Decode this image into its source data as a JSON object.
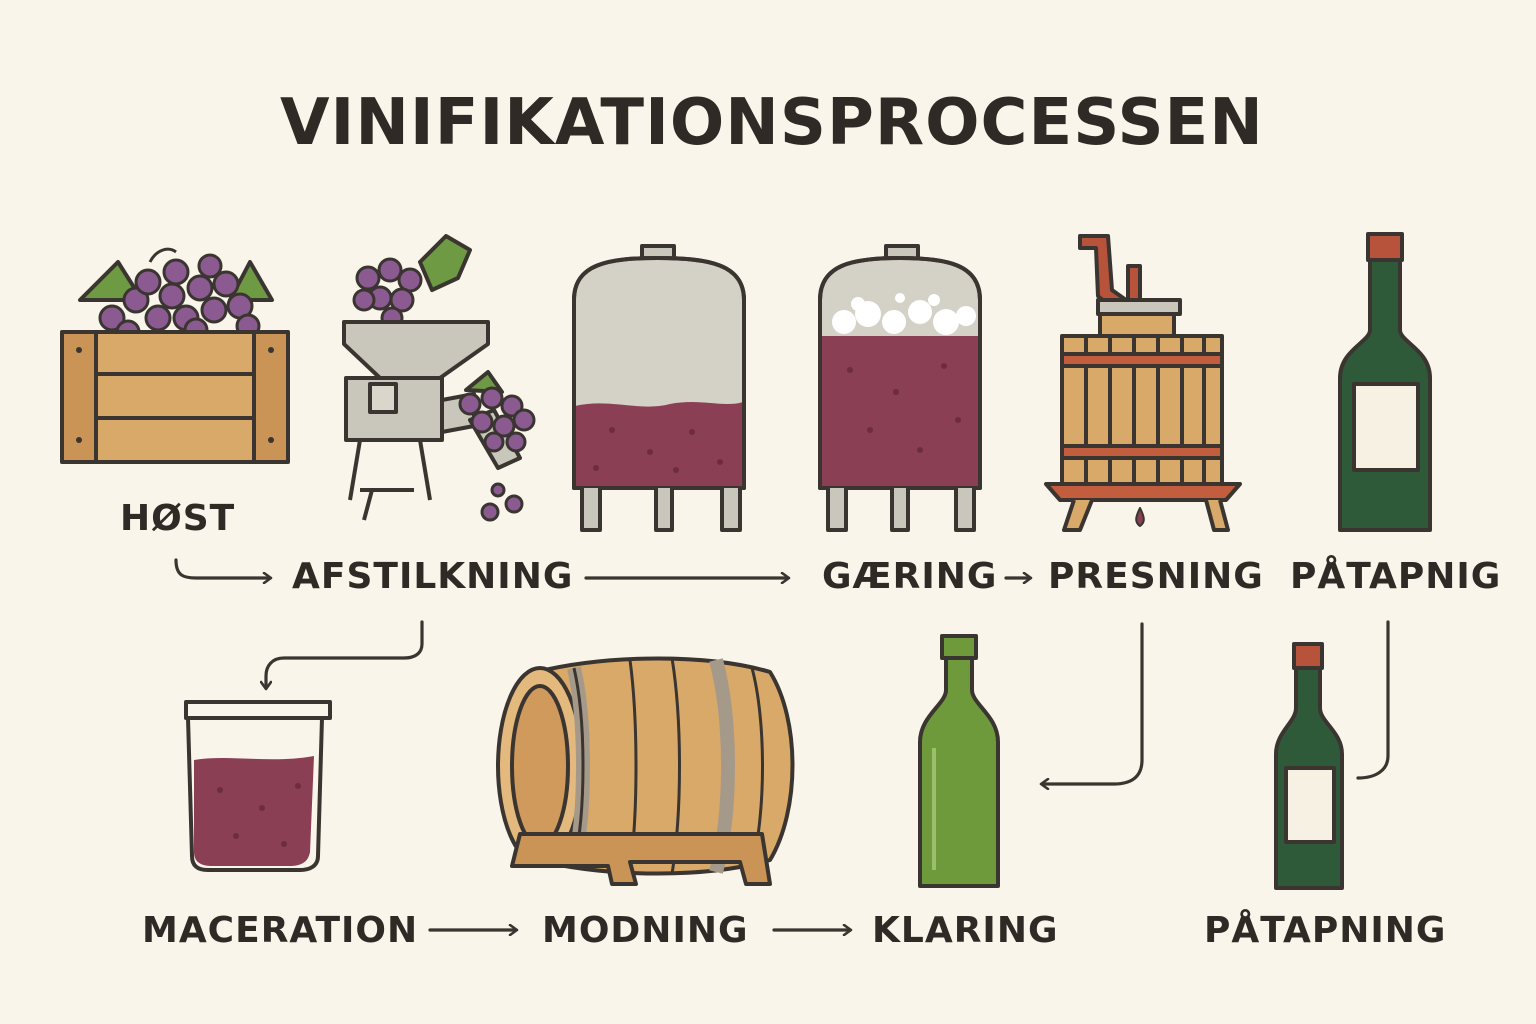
{
  "title": "VINIFIKATIONSPROCESSEN",
  "colors": {
    "background": "#f9f5ea",
    "outline": "#3a3530",
    "wine": "#8a3f55",
    "wood": "#d9a96a",
    "steel": "#c9c6bb",
    "grape": "#8a5a91",
    "leaf": "#6f9a44",
    "bottle_dark": "#2f5a3a",
    "bottle_green": "#6f9a3c",
    "cap": "#b6533a"
  },
  "steps": {
    "host": "HØST",
    "afstilkning": "AFSTILKNING",
    "gaering": "GÆRING",
    "presning": "PRESNING",
    "paatapnig": "PÅTAPNIG",
    "maceration": "MACERATION",
    "modning": "MODNING",
    "klaring": "KLARING",
    "paatapning": "PÅTAPNING"
  },
  "icons": [
    "grape-crate-icon",
    "destemmer-icon",
    "steel-tank-icon",
    "fermentation-tank-icon",
    "wine-press-icon",
    "wine-bottle-icon",
    "maceration-jar-icon",
    "oak-barrel-icon",
    "green-bottle-icon",
    "small-bottle-icon"
  ]
}
